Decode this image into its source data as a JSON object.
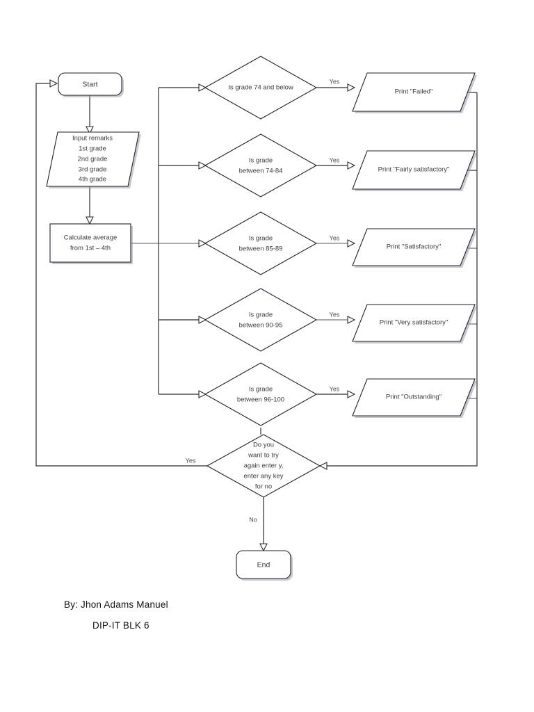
{
  "document": {
    "title": "Grade Remarks Flowchart",
    "background_color": "#ffffff",
    "line_color": "#2a2a33",
    "text_color": "#3a3a3a"
  },
  "flowchart": {
    "start": {
      "label": "Start",
      "shape": "terminator"
    },
    "input": {
      "shape": "parallelogram",
      "lines": [
        "Input remarks",
        "1st grade",
        "2nd grade",
        "3rd grade",
        "4th grade"
      ]
    },
    "process": {
      "shape": "rectangle",
      "lines": [
        "Calculate average",
        "from 1st – 4th"
      ]
    },
    "decisions": [
      {
        "shape": "diamond",
        "lines": [
          "Is grade 74 and below"
        ],
        "yes_label": "Yes",
        "output": {
          "shape": "parallelogram",
          "lines": [
            "Print \"Failed\""
          ]
        }
      },
      {
        "shape": "diamond",
        "lines": [
          "Is grade",
          "between 74-84"
        ],
        "yes_label": "Yes",
        "output": {
          "shape": "parallelogram",
          "lines": [
            "Print \"Fairly satisfactory\""
          ]
        }
      },
      {
        "shape": "diamond",
        "lines": [
          "Is grade",
          "between 85-89"
        ],
        "yes_label": "Yes",
        "output": {
          "shape": "parallelogram",
          "lines": [
            "Print \"Satisfactory\""
          ]
        }
      },
      {
        "shape": "diamond",
        "lines": [
          "Is grade",
          "between 90-95"
        ],
        "yes_label": "Yes",
        "output": {
          "shape": "parallelogram",
          "lines": [
            "Print \"Very satisfactory\""
          ]
        }
      },
      {
        "shape": "diamond",
        "lines": [
          "Is grade",
          "between 96-100"
        ],
        "yes_label": "Yes",
        "output": {
          "shape": "parallelogram",
          "lines": [
            "Print \"Outstanding\""
          ]
        }
      }
    ],
    "retry_decision": {
      "shape": "diamond",
      "lines": [
        "Do you",
        "want to try",
        "again enter y,",
        "enter any key",
        "for no"
      ],
      "yes_label": "Yes",
      "no_label": "No"
    },
    "end": {
      "label": "End",
      "shape": "terminator"
    }
  },
  "footer": {
    "author": "By: Jhon Adams Manuel",
    "section": "DIP-IT BLK 6"
  }
}
